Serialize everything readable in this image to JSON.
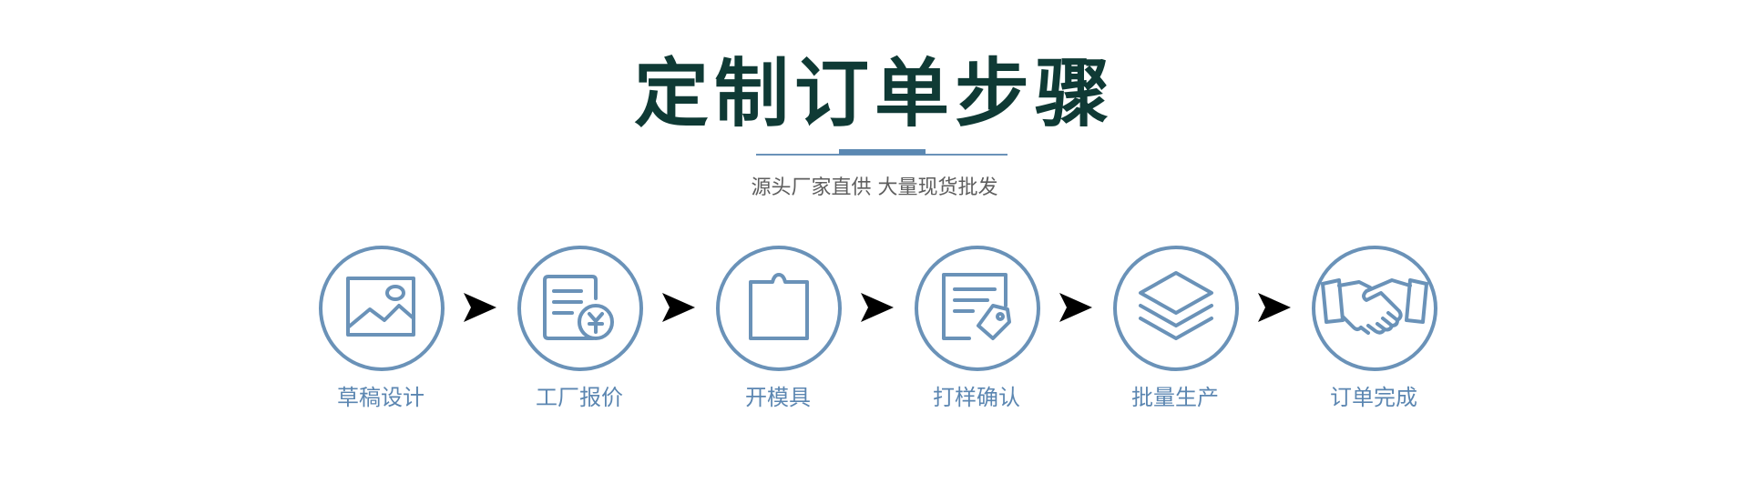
{
  "header": {
    "title": "定制订单步骤",
    "subtitle": "源头厂家直供 大量现货批发"
  },
  "colors": {
    "title": "#0f3a35",
    "accent": "#6a92b8",
    "label": "#5b86b1",
    "subtitle": "#5e5e5e",
    "arrow": "#000000"
  },
  "steps": [
    {
      "label": "草稿设计",
      "icon": "image-icon"
    },
    {
      "label": "工厂报价",
      "icon": "invoice-yen-icon"
    },
    {
      "label": "开模具",
      "icon": "mold-icon"
    },
    {
      "label": "打样确认",
      "icon": "document-tag-icon"
    },
    {
      "label": "批量生产",
      "icon": "layers-icon"
    },
    {
      "label": "订单完成",
      "icon": "handshake-icon"
    }
  ]
}
